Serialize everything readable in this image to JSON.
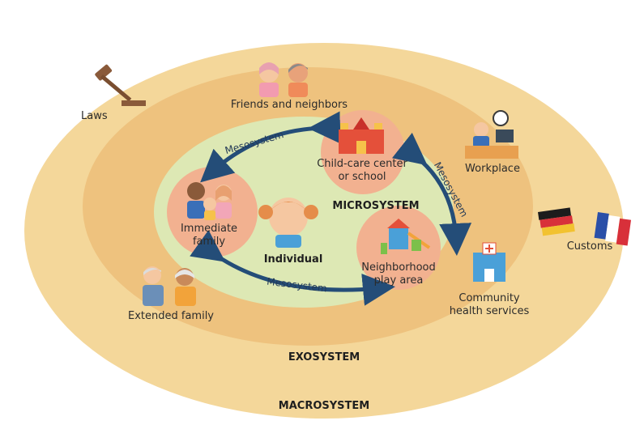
{
  "layers": {
    "macrosystem": "MACROSYSTEM",
    "exosystem": "EXOSYSTEM",
    "microsystem": "MICROSYSTEM"
  },
  "center": {
    "individual": "Individual"
  },
  "microsystem_nodes": {
    "family_line1": "Immediate",
    "family_line2": "family",
    "school_line1": "Child-care center",
    "school_line2": "or school",
    "play_line1": "Neighborhood",
    "play_line2": "play area"
  },
  "mesosystem_label": "Mesosystem",
  "exosystem_items": {
    "friends": "Friends and neighbors",
    "workplace": "Workplace",
    "extended_family": "Extended family",
    "health_line1": "Community",
    "health_line2": "health services"
  },
  "macrosystem_items": {
    "laws": "Laws",
    "customs": "Customs"
  },
  "colors": {
    "macro": "#f4d79a",
    "exo": "#eec27e",
    "micro": "#dde8b4",
    "node": "#f2b190",
    "arrow": "#244d78"
  }
}
